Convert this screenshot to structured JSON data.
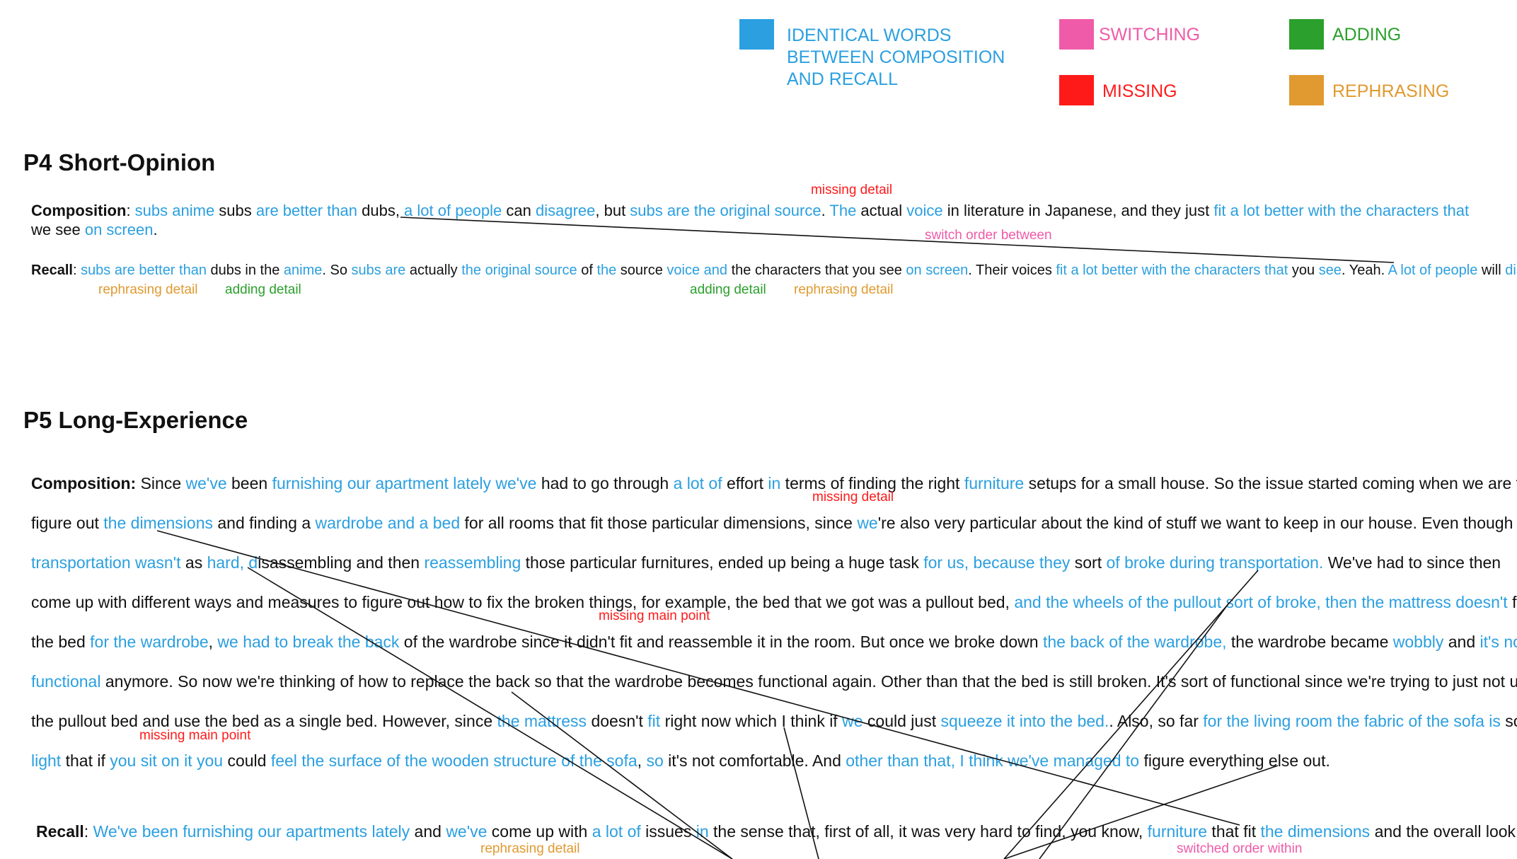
{
  "legend": [
    {
      "label_lines": [
        "IDENTICAL WORDS",
        "BETWEEN COMPOSITION",
        "AND RECALL"
      ],
      "color": "#2b9fe0"
    },
    {
      "label_lines": [
        "SWITCHING"
      ],
      "color": "#ef5ba8"
    },
    {
      "label_lines": [
        "ADDING"
      ],
      "color": "#2ca02c"
    },
    {
      "label_lines": [
        "MISSING"
      ],
      "color": "#ff1a1a"
    },
    {
      "label_lines": [
        "REPHRASING"
      ],
      "color": "#e09a30"
    }
  ],
  "sections": [
    {
      "title": "P4 Short-Opinion",
      "lines": [
        [
          [
            "Composition",
            "b"
          ],
          [
            ": ",
            ""
          ],
          [
            "subs anime",
            "blue"
          ],
          [
            " subs ",
            ""
          ],
          [
            "are better than",
            "blue"
          ],
          [
            " dubs, ",
            ""
          ],
          [
            "a lot of people",
            "blue"
          ],
          [
            " can ",
            ""
          ],
          [
            "disagree",
            "blue"
          ],
          [
            ", but ",
            ""
          ],
          [
            "subs are the original source",
            "blue"
          ],
          [
            ". ",
            ""
          ],
          [
            "The",
            "blue"
          ],
          [
            " actual ",
            ""
          ],
          [
            "voice",
            "blue"
          ],
          [
            " in literature in Japanese, and they just ",
            ""
          ],
          [
            "fit a lot better with the characters that",
            "blue"
          ]
        ],
        [
          [
            "we see ",
            ""
          ],
          [
            "on screen",
            "blue"
          ],
          [
            ".",
            ""
          ]
        ],
        [
          [
            "Recall",
            "b"
          ],
          [
            ": ",
            ""
          ],
          [
            "subs are better than",
            "blue"
          ],
          [
            " dubs in the ",
            ""
          ],
          [
            "anime",
            "blue"
          ],
          [
            ". So ",
            ""
          ],
          [
            "subs are",
            "blue"
          ],
          [
            " actually ",
            ""
          ],
          [
            "the original source",
            "blue"
          ],
          [
            " of ",
            ""
          ],
          [
            "the",
            "blue"
          ],
          [
            " source ",
            ""
          ],
          [
            "voice and",
            "blue"
          ],
          [
            " the characters that you see ",
            ""
          ],
          [
            "on screen",
            "blue"
          ],
          [
            ". Their voices ",
            ""
          ],
          [
            "fit a lot better with the characters that",
            "blue"
          ],
          [
            " you ",
            ""
          ],
          [
            "see",
            "blue"
          ],
          [
            ". Yeah. ",
            ""
          ],
          [
            "A lot of people",
            "blue"
          ],
          [
            " will ",
            ""
          ],
          [
            "disagree",
            "blue"
          ],
          [
            ".",
            ""
          ]
        ]
      ],
      "notes": [
        {
          "text": "missing detail",
          "kind": "missing"
        },
        {
          "text": "switch order between",
          "kind": "switching"
        },
        {
          "text": "rephrasing detail",
          "kind": "rephrasing"
        },
        {
          "text": "adding detail",
          "kind": "adding"
        },
        {
          "text": "adding detail",
          "kind": "adding"
        },
        {
          "text": "rephrasing detail",
          "kind": "rephrasing"
        }
      ]
    },
    {
      "title": "P5 Long-Experience",
      "lines": [
        [
          [
            "Composition:",
            "b"
          ],
          [
            " Since ",
            ""
          ],
          [
            "we've",
            "blue"
          ],
          [
            " been ",
            ""
          ],
          [
            "furnishing our apartment lately we've",
            "blue"
          ],
          [
            " had to go through ",
            ""
          ],
          [
            "a lot of",
            "blue"
          ],
          [
            " effort ",
            ""
          ],
          [
            "in",
            "blue"
          ],
          [
            " terms of finding the right ",
            ""
          ],
          [
            "furniture",
            "blue"
          ],
          [
            " setups for a small house. So the issue started coming when we are to",
            ""
          ]
        ],
        [
          [
            "figure out ",
            ""
          ],
          [
            "the dimensions",
            "blue"
          ],
          [
            " and finding a ",
            ""
          ],
          [
            "wardrobe and a bed",
            "blue"
          ],
          [
            " for all rooms that fit those particular dimensions, since ",
            ""
          ],
          [
            "we",
            "blue"
          ],
          [
            "'re also very particular about the kind of stuff we want to keep in our house. Even though",
            ""
          ]
        ],
        [
          [
            "transportation wasn't",
            "blue"
          ],
          [
            " as ",
            ""
          ],
          [
            "hard, d",
            "blue"
          ],
          [
            "isassembling and then ",
            ""
          ],
          [
            "reassembling",
            "blue"
          ],
          [
            " those particular furnitures, ended up being a huge task ",
            ""
          ],
          [
            "for us, because they",
            "blue"
          ],
          [
            " sort ",
            ""
          ],
          [
            "of broke during transportation.",
            "blue"
          ],
          [
            " We've had to since then",
            ""
          ]
        ],
        [
          [
            "come up with different ways and measures to figure out how to fix the broken things, for example, the bed that we got was a pullout bed, ",
            ""
          ],
          [
            "and the wheels of the pullout sort of broke, then the mattress doesn't",
            "blue"
          ],
          [
            " fit",
            ""
          ]
        ],
        [
          [
            "the bed ",
            ""
          ],
          [
            "for the wardrobe",
            "blue"
          ],
          [
            ", ",
            ""
          ],
          [
            "we had to break the back",
            "blue"
          ],
          [
            " of the wardrobe since it didn't fit and reassemble it in the room. But once we broke down ",
            ""
          ],
          [
            "the back of the wardrobe,",
            "blue"
          ],
          [
            " the wardrobe became ",
            ""
          ],
          [
            "wobbly",
            "blue"
          ],
          [
            " and ",
            ""
          ],
          [
            "it's not",
            "blue"
          ]
        ],
        [
          [
            "functional",
            "blue"
          ],
          [
            " anymore. So now we're thinking of how to replace the back so that the wardrobe becomes functional again. Other than that the bed is still broken. It's sort of functional since we're trying to just not use",
            ""
          ]
        ],
        [
          [
            "the pullout bed and use the bed as a single bed. However, since ",
            ""
          ],
          [
            "the mattress",
            "blue"
          ],
          [
            " doesn't ",
            ""
          ],
          [
            "fit",
            "blue"
          ],
          [
            " right now which I think if ",
            ""
          ],
          [
            "we",
            "blue"
          ],
          [
            " could just ",
            ""
          ],
          [
            "squeeze it into the bed.",
            "blue"
          ],
          [
            ". Also, so far ",
            ""
          ],
          [
            "for the living room  the fabric of the sofa is",
            "blue"
          ],
          [
            " so",
            ""
          ]
        ],
        [
          [
            "light",
            "blue"
          ],
          [
            " that if ",
            ""
          ],
          [
            "you sit on it you",
            "blue"
          ],
          [
            " could ",
            ""
          ],
          [
            "feel the surface of the wooden structure of the sofa",
            "blue"
          ],
          [
            ", ",
            ""
          ],
          [
            "so",
            "blue"
          ],
          [
            " it's not comfortable. And ",
            ""
          ],
          [
            "other than that, I think we've managed to",
            "blue"
          ],
          [
            " figure everything else out.",
            ""
          ]
        ],
        [
          [
            "Recall",
            "b"
          ],
          [
            ": ",
            ""
          ],
          [
            "We've been furnishing our apartments lately",
            "blue"
          ],
          [
            " and ",
            ""
          ],
          [
            "we've",
            "blue"
          ],
          [
            " come up with ",
            ""
          ],
          [
            "a lot of",
            "blue"
          ],
          [
            " issues ",
            ""
          ],
          [
            "in",
            "blue"
          ],
          [
            " the sense that, first of all, it was very hard to find, you know, ",
            ""
          ],
          [
            "furniture",
            "blue"
          ],
          [
            " that fit ",
            ""
          ],
          [
            "the dimensions",
            "blue"
          ],
          [
            " and the overall look we",
            ""
          ]
        ]
      ],
      "notes": [
        {
          "text": "missing detail",
          "kind": "missing"
        },
        {
          "text": "missing main point",
          "kind": "missing"
        },
        {
          "text": "missing main point",
          "kind": "missing"
        },
        {
          "text": "rephrasing detail",
          "kind": "rephrasing"
        },
        {
          "text": "switched order  within",
          "kind": "switching"
        }
      ]
    }
  ]
}
